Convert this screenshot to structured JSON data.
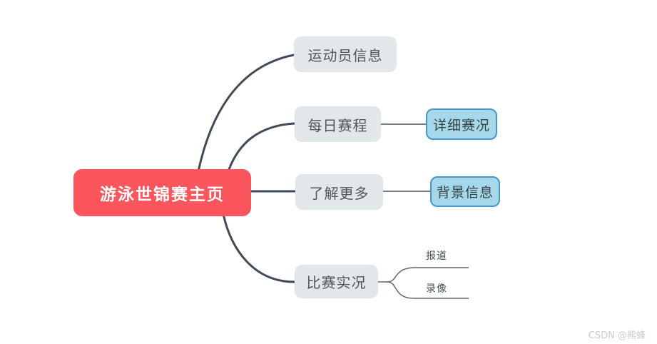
{
  "root": {
    "label": "游泳世锦赛主页"
  },
  "branches": [
    {
      "label": "运动员信息"
    },
    {
      "label": "每日赛程",
      "child": {
        "label": "详细赛况"
      }
    },
    {
      "label": "了解更多",
      "child": {
        "label": "背景信息"
      }
    },
    {
      "label": "比赛实况",
      "children": [
        {
          "label": "报道"
        },
        {
          "label": "录像"
        }
      ]
    }
  ],
  "watermark": "CSDN @熊蜂",
  "colors": {
    "root_bg": "#FB565D",
    "root_text": "#FFFFFF",
    "branch_bg": "#E2E7E9",
    "branch_text": "#4F575D",
    "leaf_bg": "#A5D8EB",
    "leaf_border": "#4697C5",
    "edge_primary": "#414B57",
    "edge_secondary": "#737E86",
    "edge_fork": "#5C656D",
    "watermark_text": "#C9CDD1",
    "background": "#FFFFFF"
  }
}
